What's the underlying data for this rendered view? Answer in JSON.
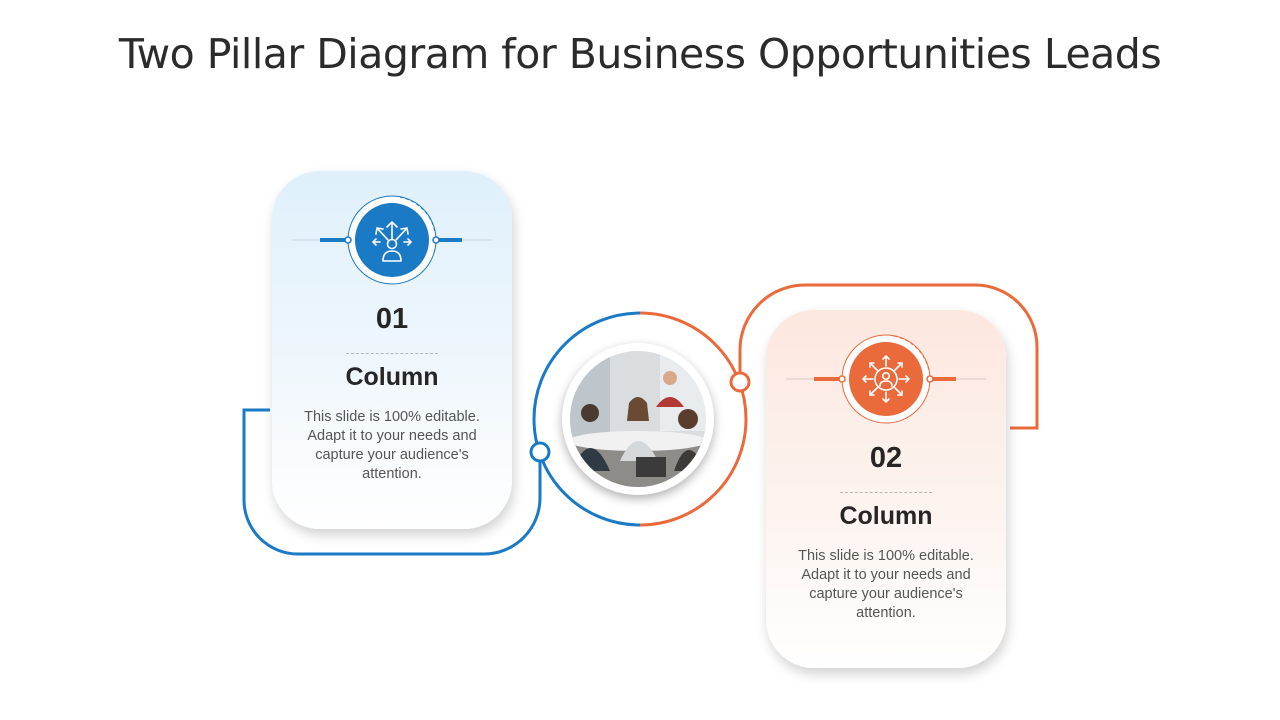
{
  "title": "Two Pillar Diagram for Business Opportunities Leads",
  "pillars": [
    {
      "number": "01",
      "heading": "Column",
      "text": "This slide is 100% editable. Adapt it to your needs and capture your audience's attention.",
      "icon": "business-opportunities-icon",
      "accent": "#1a7ac6"
    },
    {
      "number": "02",
      "heading": "Column",
      "text": "This slide is 100% editable. Adapt it to your needs and capture your audience's attention.",
      "icon": "lead-network-icon",
      "accent": "#ea6a3b"
    }
  ],
  "center_image": "team-meeting-photo"
}
